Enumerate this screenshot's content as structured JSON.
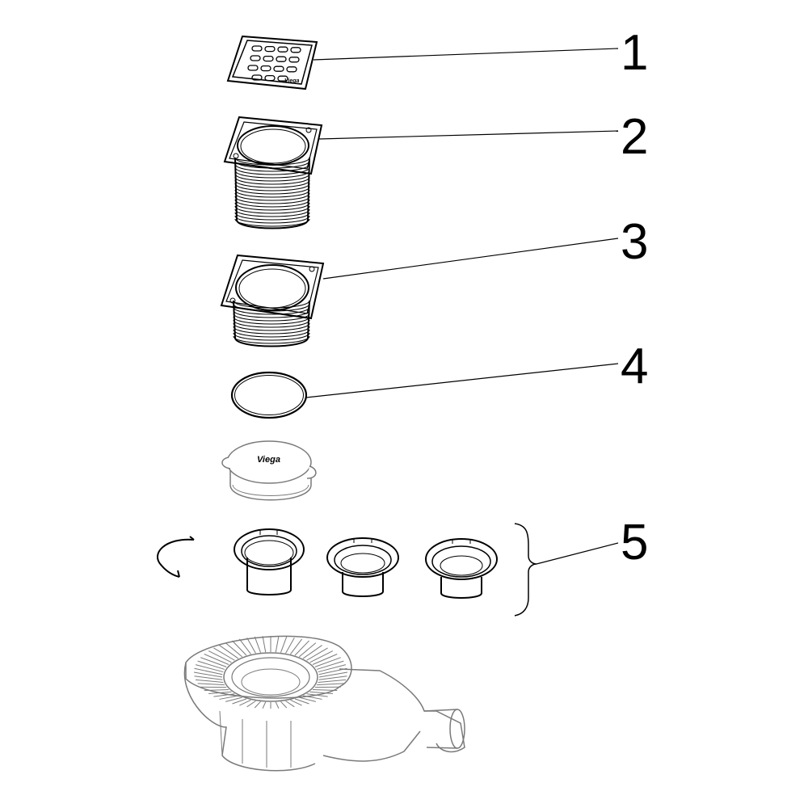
{
  "callouts": [
    {
      "id": "1",
      "label": "1"
    },
    {
      "id": "2",
      "label": "2"
    },
    {
      "id": "3",
      "label": "3"
    },
    {
      "id": "4",
      "label": "4"
    },
    {
      "id": "5",
      "label": "5"
    }
  ],
  "brand_marks": {
    "grate": "Viega",
    "cap": "Viega"
  },
  "colors": {
    "line": "#000000",
    "background": "#ffffff",
    "faded_line": "#7a7a7a"
  }
}
